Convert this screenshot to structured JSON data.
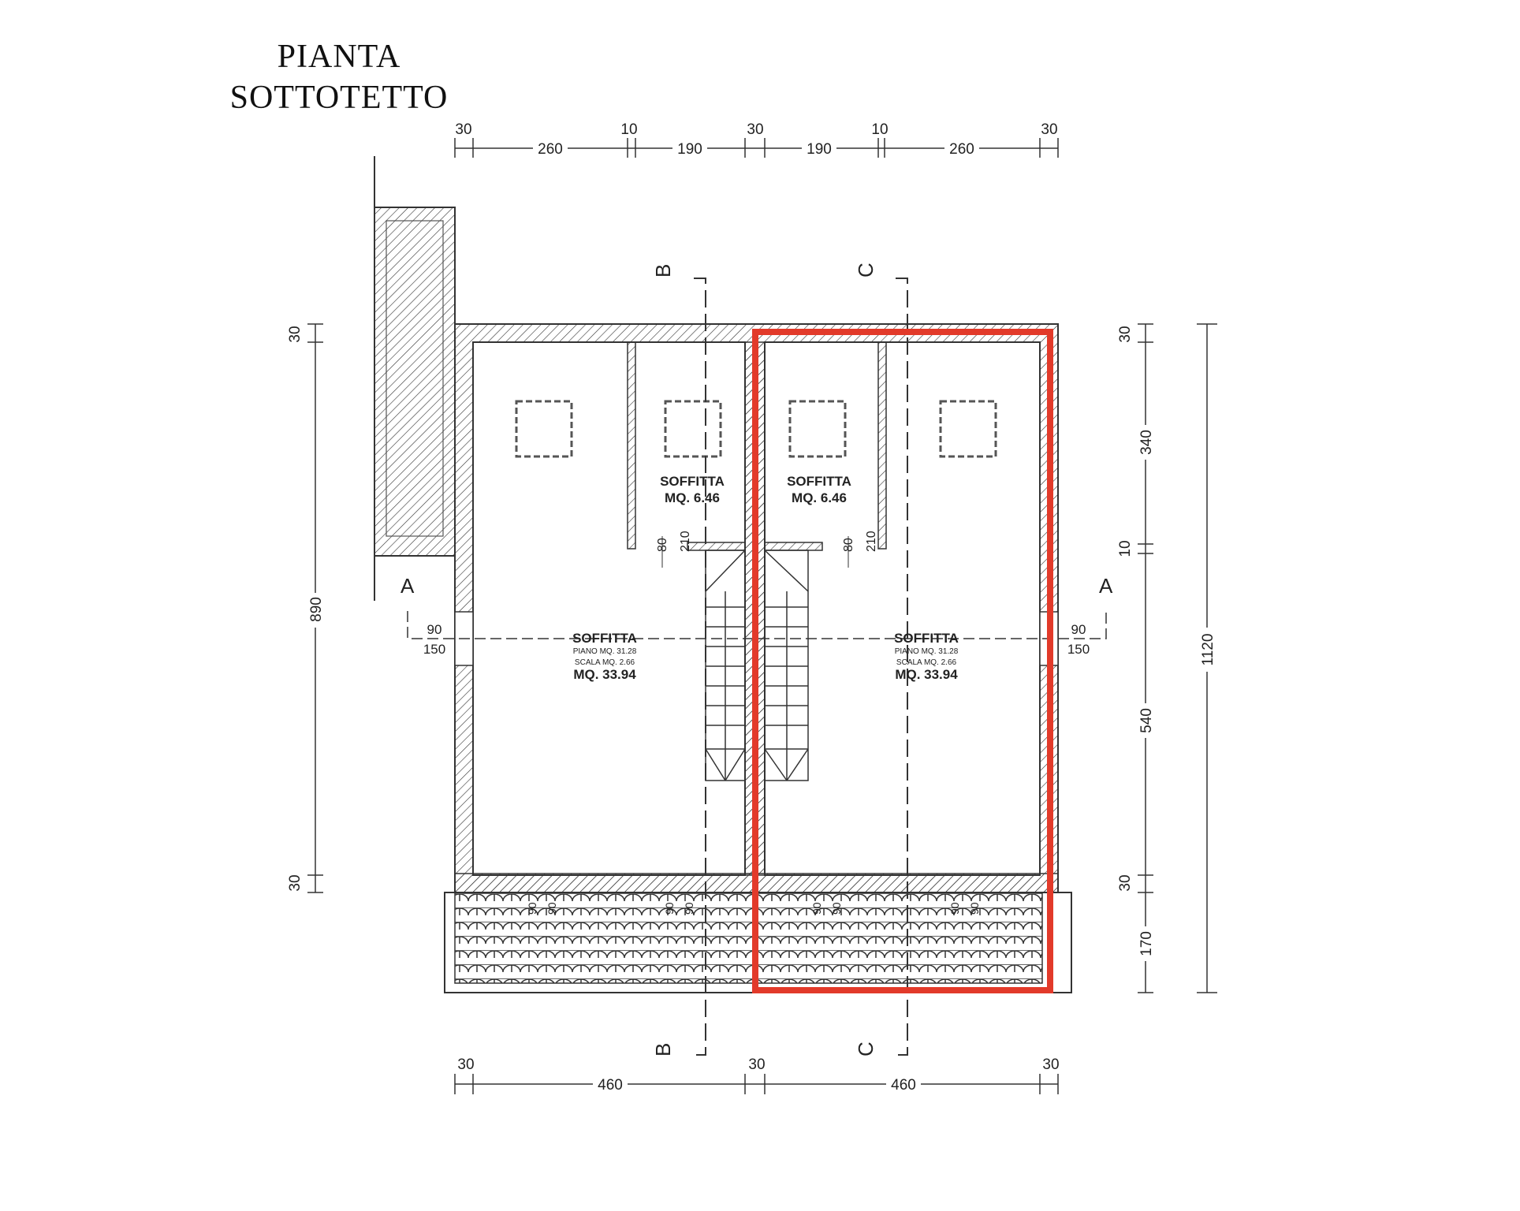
{
  "title": {
    "line1": "PIANTA",
    "line2": "SOTTOTETTO"
  },
  "dimensions": {
    "top": [
      "30",
      "260",
      "10",
      "190",
      "30",
      "190",
      "10",
      "260",
      "30"
    ],
    "bottom": [
      "30",
      "460",
      "30",
      "460",
      "30"
    ],
    "left": [
      "30",
      "890",
      "30"
    ],
    "right": [
      "30",
      "340",
      "10",
      "540",
      "30",
      "170"
    ],
    "overall_height": "1120",
    "openings": {
      "left_top": "90",
      "left_bottom": "150",
      "right_top": "90",
      "right_bottom": "150"
    },
    "doors": [
      "80",
      "210"
    ],
    "windows": "90"
  },
  "sections": {
    "a": "A",
    "b": "B",
    "c": "C"
  },
  "rooms": {
    "small_left": {
      "name": "SOFFITTA",
      "area": "MQ.  6.46"
    },
    "small_right": {
      "name": "SOFFITTA",
      "area": "MQ.  6.46"
    },
    "large_left": {
      "name": "SOFFITTA",
      "piano": "PIANO MQ. 31.28",
      "scala": "SCALA MQ. 2.66",
      "area": "MQ.  33.94"
    },
    "large_right": {
      "name": "SOFFITTA",
      "piano": "PIANO MQ. 31.28",
      "scala": "SCALA MQ. 2.66",
      "area": "MQ.  33.94"
    }
  },
  "highlight_color": "#e23a2a"
}
